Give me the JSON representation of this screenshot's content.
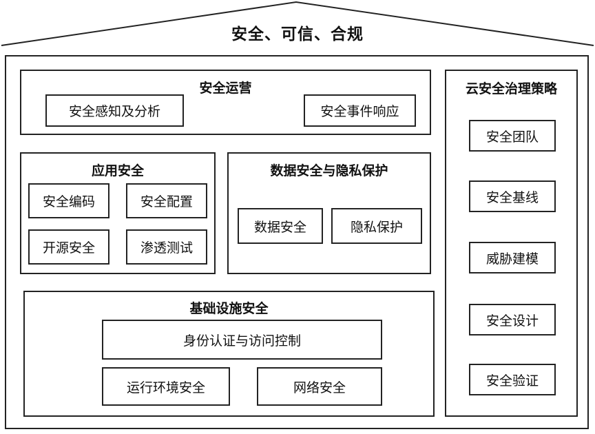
{
  "roof": {
    "title": "安全、可信、合规"
  },
  "security_ops": {
    "title": "安全运营",
    "items": [
      "安全感知及分析",
      "安全事件响应"
    ]
  },
  "app_security": {
    "title": "应用安全",
    "items": [
      "安全编码",
      "安全配置",
      "开源安全",
      "渗透测试"
    ]
  },
  "data_security": {
    "title": "数据安全与隐私保护",
    "items": [
      "数据安全",
      "隐私保护"
    ]
  },
  "infra_security": {
    "title": "基础设施安全",
    "items": [
      "身份认证与访问控制",
      "运行环境安全",
      "网络安全"
    ]
  },
  "cloud_governance": {
    "title": "云安全治理策略",
    "items": [
      "安全团队",
      "安全基线",
      "威胁建模",
      "安全设计",
      "安全验证"
    ]
  }
}
